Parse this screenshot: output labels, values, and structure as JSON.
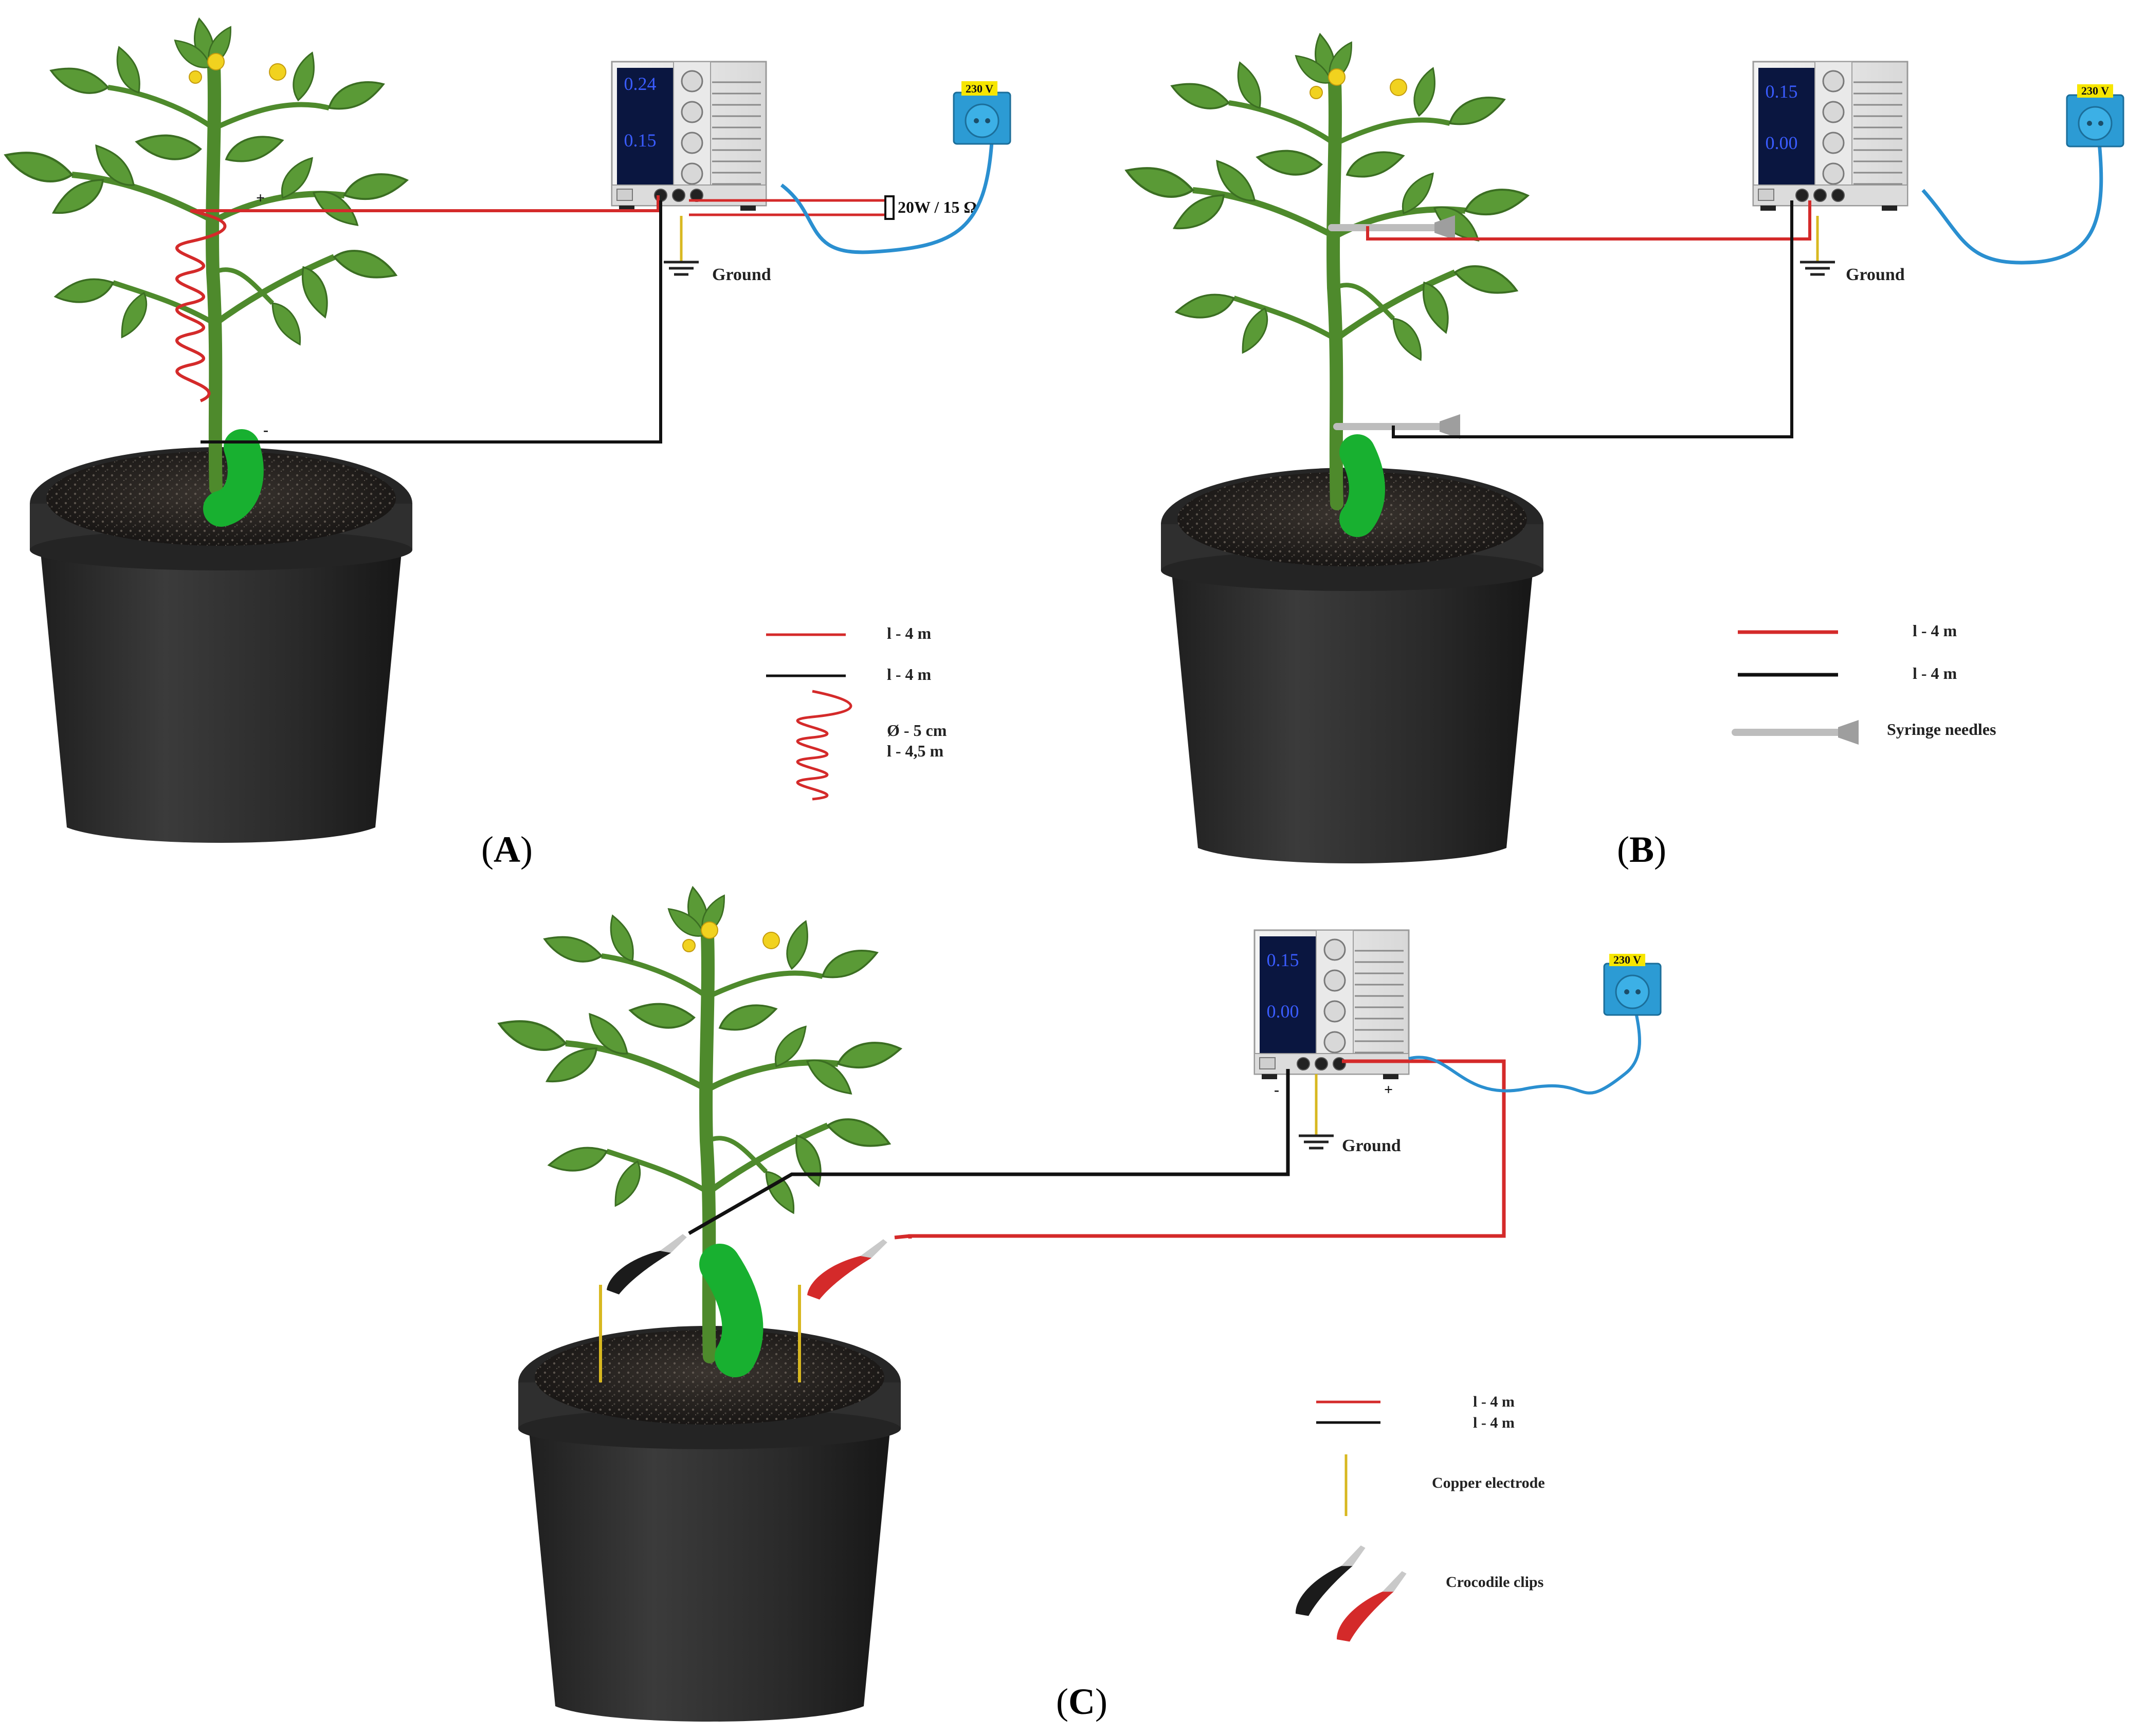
{
  "colors": {
    "wire_red": "#d42a2a",
    "wire_black": "#111111",
    "wire_blue": "#2a8fd0",
    "electrode_yellow": "#d8b820",
    "leaf_green": "#5a9a36",
    "stem_wrap_green": "#18b030",
    "pot_dark": "#2b2b2b",
    "socket_blue": "#2c9bd4",
    "voltage_badge": "#f7e600",
    "psu_display": "#0a1640",
    "psu_digits": "#3a5cff"
  },
  "icons": [
    "tomato-plant-icon",
    "flower-pot-icon",
    "power-supply-icon",
    "wall-socket-icon",
    "ground-symbol-icon",
    "resistor-icon",
    "coil-icon",
    "syringe-needle-icon",
    "copper-electrode-icon",
    "crocodile-clip-icon"
  ],
  "panels": [
    {
      "id": "A",
      "caption_open": "(",
      "caption_letter": "A",
      "caption_close": ")",
      "plus": "+",
      "minus": "-",
      "ground_label": "Ground",
      "socket_voltage": "230 V",
      "resistor_label": "20W / 15 Ω",
      "psu_display_top": "0.24",
      "psu_display_bottom": "0.15",
      "legend": [
        {
          "label": "l - 4 m"
        },
        {
          "label": "l - 4 m"
        },
        {
          "label": "Ø - 5 cm"
        },
        {
          "label": "l - 4,5 m"
        }
      ]
    },
    {
      "id": "B",
      "caption_open": "(",
      "caption_letter": "B",
      "caption_close": ")",
      "ground_label": "Ground",
      "socket_voltage": "230 V",
      "psu_display_top": "0.15",
      "psu_display_bottom": "0.00",
      "legend": [
        {
          "label": "l - 4 m"
        },
        {
          "label": "l - 4 m"
        },
        {
          "label": "Syringe needles"
        }
      ]
    },
    {
      "id": "C",
      "caption_open": "(",
      "caption_letter": "C",
      "caption_close": ")",
      "plus": "+",
      "minus": "-",
      "ground_label": "Ground",
      "socket_voltage": "230 V",
      "psu_display_top": "0.15",
      "psu_display_bottom": "0.00",
      "legend": [
        {
          "label": "l - 4 m"
        },
        {
          "label": "l - 4 m"
        },
        {
          "label": "Copper electrode"
        },
        {
          "label": "Crocodile clips"
        }
      ]
    }
  ]
}
